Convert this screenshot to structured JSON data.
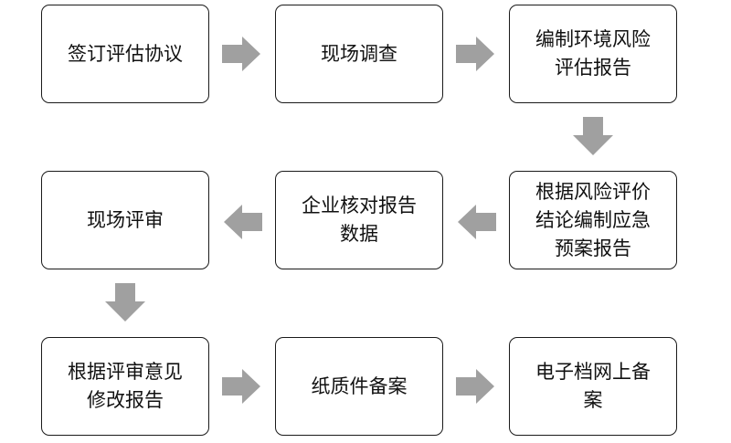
{
  "steps": [
    {
      "label": "签订评估协议"
    },
    {
      "label": "现场调查"
    },
    {
      "label": "编制环境风险\n评估报告"
    },
    {
      "label": "根据风险评价\n结论编制应急\n预案报告"
    },
    {
      "label": "企业核对报告\n数据"
    },
    {
      "label": "现场评审"
    },
    {
      "label": "根据评审意见\n修改报告"
    },
    {
      "label": "纸质件备案"
    },
    {
      "label": "电子档网上备\n案"
    }
  ],
  "arrow_color": "#a0a0a0"
}
